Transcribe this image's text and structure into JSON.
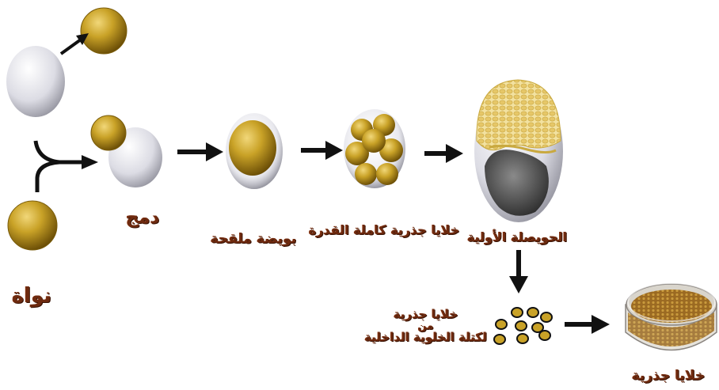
{
  "labels": {
    "nucleus": "نواة",
    "fusion": "دمج",
    "fertilized_egg": "بويضة ملقحة",
    "totipotent_cells": "خلايا جذرية كاملة القدرة",
    "blastocyst": "الحويصلة الأولية",
    "icm_cells": [
      "خلايا جذرية",
      "من",
      "لكتلة الخلوية الداخلية"
    ],
    "stem_cells": "خلايا جذرية"
  },
  "colors": {
    "gold": "#c9a227",
    "gold_dark": "#7a5c0a",
    "white_cell": "#e9e9ee",
    "label": "#6e2a0f",
    "arrow": "#111111"
  }
}
